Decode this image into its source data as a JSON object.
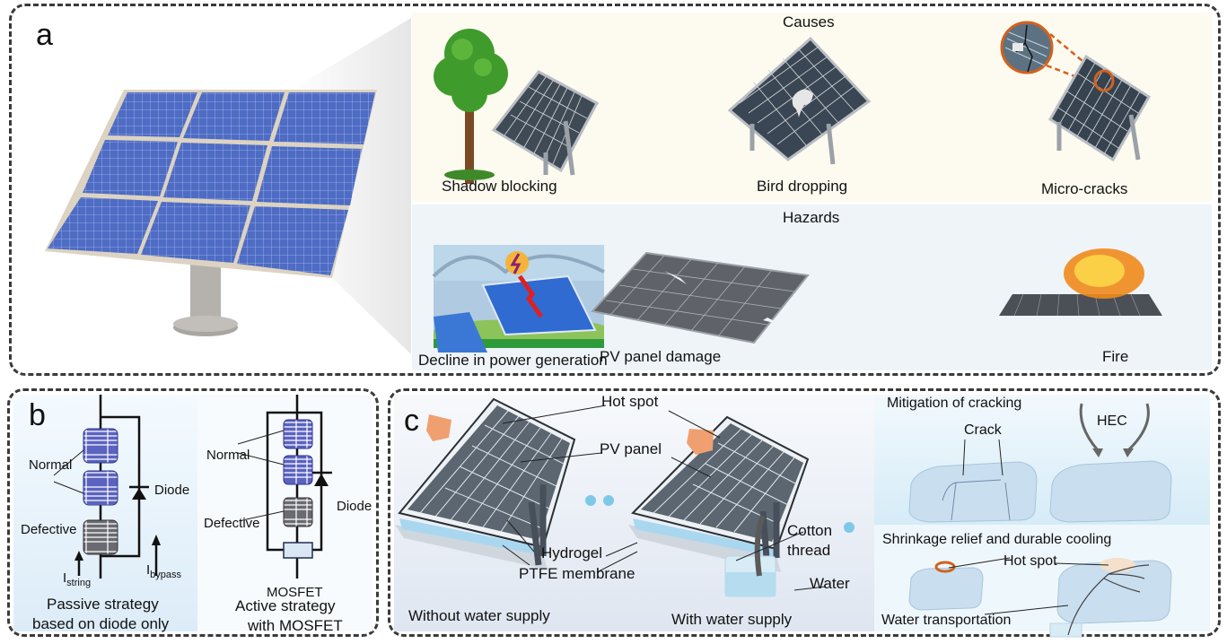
{
  "panel_a": {
    "letter": "a",
    "causes": {
      "title": "Causes",
      "items": [
        "Shadow blocking",
        "Bird dropping",
        "Micro-cracks"
      ]
    },
    "hazards": {
      "title": "Hazards",
      "items": [
        "Decline in power generation",
        "PV panel damage",
        "Fire"
      ]
    }
  },
  "panel_b": {
    "letter": "b",
    "passive": {
      "normal": "Normal",
      "defective": "Defective",
      "diode": "Diode",
      "i_string_main": "I",
      "i_string_sub": "string",
      "i_bypass_main": "I",
      "i_bypass_sub": "bypass",
      "caption_line1": "Passive strategy",
      "caption_line2": "based on diode only"
    },
    "active": {
      "normal": "Normal",
      "defective": "Defective",
      "diode": "Diode",
      "mosfet": "MOSFET",
      "caption_line1": "Active strategy",
      "caption_line2": "with MOSFET"
    }
  },
  "panel_c": {
    "letter": "c",
    "hot_spot": "Hot spot",
    "pv_panel": "PV panel",
    "hydrogel": "Hydrogel",
    "ptfe": "PTFE membrane",
    "cotton_line1": "Cotton",
    "cotton_line2": "thread",
    "water": "Water",
    "without_supply": "Without water supply",
    "with_supply": "With water supply",
    "mitigation_title": "Mitigation of cracking",
    "crack": "Crack",
    "hec": "HEC",
    "shrinkage_title": "Shrinkage relief and durable cooling",
    "hot_spot_2": "Hot spot",
    "water_transport": "Water transportation"
  },
  "colors": {
    "causes_bg": "#fdfbef",
    "hazards_bg": "#eef4f8",
    "panel_blue": "#4a63b8",
    "hot_spot": "#f0a070",
    "accent_orange": "#d2621e"
  }
}
